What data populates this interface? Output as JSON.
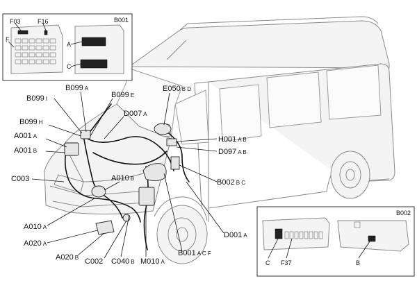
{
  "labels": [
    {
      "id": "B099-I",
      "code": "B099",
      "suffix": "I"
    },
    {
      "id": "B099-A",
      "code": "B099",
      "suffix": "A"
    },
    {
      "id": "B099-E",
      "code": "B099",
      "suffix": "E"
    },
    {
      "id": "E050",
      "code": "E050",
      "suffix": "B D"
    },
    {
      "id": "D007",
      "code": "D007",
      "suffix": "A"
    },
    {
      "id": "B099-H",
      "code": "B099",
      "suffix": "H"
    },
    {
      "id": "A001-A",
      "code": "A001",
      "suffix": "A"
    },
    {
      "id": "A001-B",
      "code": "A001",
      "suffix": "B"
    },
    {
      "id": "H001",
      "code": "H001",
      "suffix": "A B"
    },
    {
      "id": "D097",
      "code": "D097",
      "suffix": "A B"
    },
    {
      "id": "C003",
      "code": "C003",
      "suffix": ""
    },
    {
      "id": "A010-B",
      "code": "A010",
      "suffix": "B"
    },
    {
      "id": "B002-BC",
      "code": "B002",
      "suffix": "B C"
    },
    {
      "id": "A010-A",
      "code": "A010",
      "suffix": "A"
    },
    {
      "id": "A020-A",
      "code": "A020",
      "suffix": "A"
    },
    {
      "id": "D001",
      "code": "D001",
      "suffix": "A"
    },
    {
      "id": "B001-ACF",
      "code": "B001",
      "suffix": "A C F"
    },
    {
      "id": "A020-B",
      "code": "A020",
      "suffix": "B"
    },
    {
      "id": "C002",
      "code": "C002",
      "suffix": ""
    },
    {
      "id": "C040",
      "code": "C040",
      "suffix": "B"
    },
    {
      "id": "M010",
      "code": "M010",
      "suffix": "A"
    }
  ],
  "inset_top": {
    "title": "B001",
    "labels": {
      "f03": "F03",
      "f16": "F16",
      "f": "F",
      "a": "A",
      "c": "C"
    }
  },
  "inset_bottom": {
    "title": "B002",
    "labels": {
      "c": "C",
      "f37": "F37",
      "b": "B"
    }
  }
}
